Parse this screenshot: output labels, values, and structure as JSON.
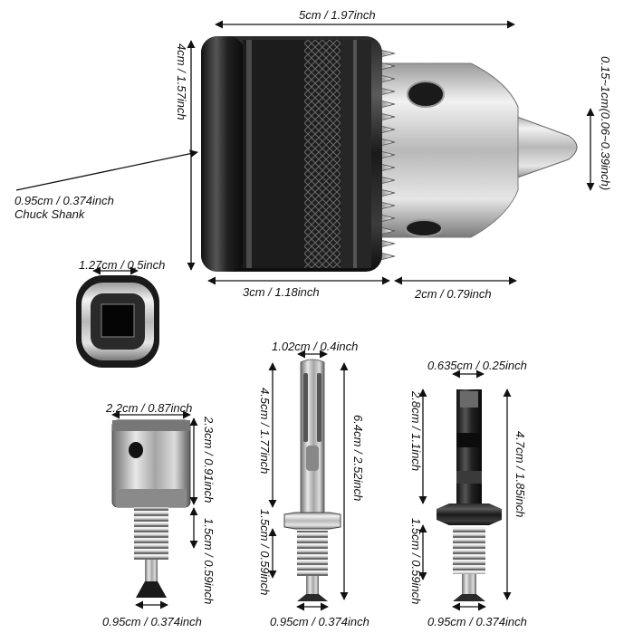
{
  "chuck": {
    "width_label": "5cm / 1.97inch",
    "height_label": "4cm / 1.57inch",
    "capacity_label": "0.15~1cm(0.06~0.39inch)",
    "shank_label_1": "0.95cm / 0.374inch",
    "shank_label_2": "Chuck Shank",
    "body_label": "3cm / 1.18inch",
    "nose_label": "2cm / 0.79inch"
  },
  "socket": {
    "width_label": "1.27cm / 0.5inch"
  },
  "adapter_square": {
    "top_label": "2.2cm / 0.87inch",
    "head_label": "2.3cm / 0.91inch",
    "thread_label": "1.5cm / 0.59inch",
    "bottom_label": "0.95cm / 0.374inch"
  },
  "adapter_sds": {
    "top_label": "1.02cm / 0.4inch",
    "shaft_label": "4.5cm / 1.77inch",
    "total_label": "6.4cm / 2.52inch",
    "thread_label": "1.5cm / 0.59inch",
    "bottom_label": "0.95cm / 0.374inch"
  },
  "adapter_hex": {
    "top_label": "0.635cm / 0.25inch",
    "shaft_label": "2.8cm / 1.1inch",
    "total_label": "4.7cm / 1.85inch",
    "thread_label": "1.5cm / 0.59inch",
    "bottom_label": "0.95cm / 0.374inch"
  }
}
